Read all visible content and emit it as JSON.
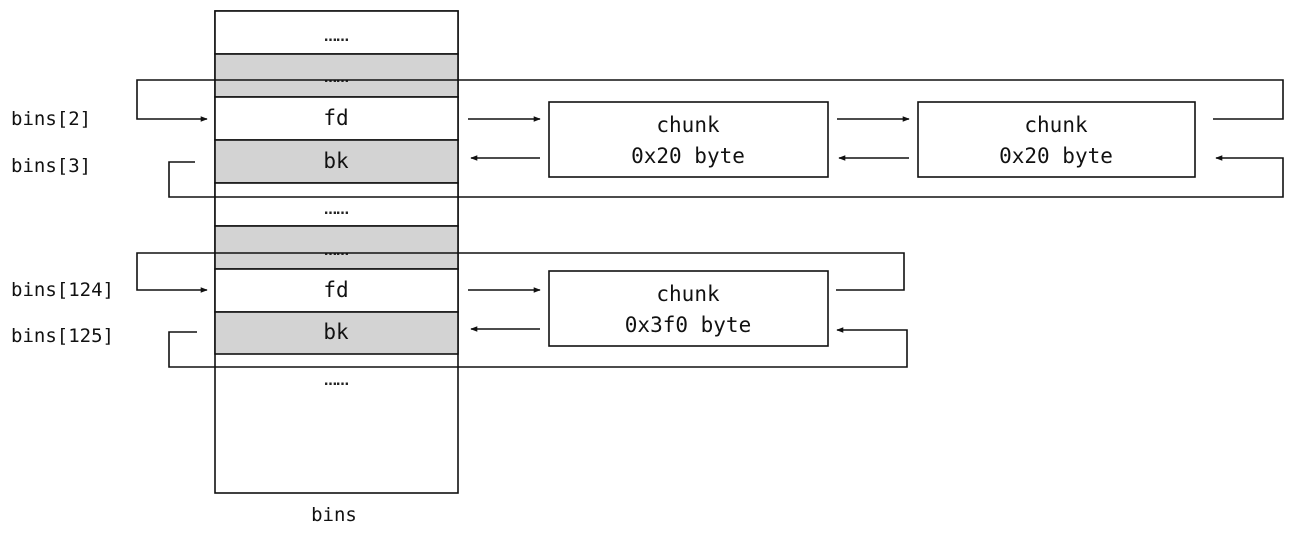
{
  "bins_column": {
    "caption": "bins",
    "cells": [
      {
        "id": "top-dots",
        "text": "……",
        "shade": "white"
      },
      {
        "id": "gray-dots-1",
        "text": "……",
        "shade": "gray"
      },
      {
        "id": "fd-1",
        "text": "fd",
        "shade": "white"
      },
      {
        "id": "bk-1",
        "text": "bk",
        "shade": "gray"
      },
      {
        "id": "mid-dots",
        "text": "……",
        "shade": "white"
      },
      {
        "id": "gray-dots-2",
        "text": "……",
        "shade": "gray"
      },
      {
        "id": "fd-2",
        "text": "fd",
        "shade": "white"
      },
      {
        "id": "bk-2",
        "text": "bk",
        "shade": "gray"
      },
      {
        "id": "bottom-dots",
        "text": "……",
        "shade": "white"
      }
    ]
  },
  "bin_labels": [
    "bins[2]",
    "bins[3]",
    "bins[124]",
    "bins[125]"
  ],
  "chunks": [
    {
      "line1": "chunk",
      "line2": "0x20 byte"
    },
    {
      "line1": "chunk",
      "line2": "0x20 byte"
    },
    {
      "line1": "chunk",
      "line2": "0x3f0 byte"
    }
  ],
  "colors": {
    "gray_cell": "#d3d3d3",
    "line": "#111111",
    "background": "#ffffff"
  }
}
